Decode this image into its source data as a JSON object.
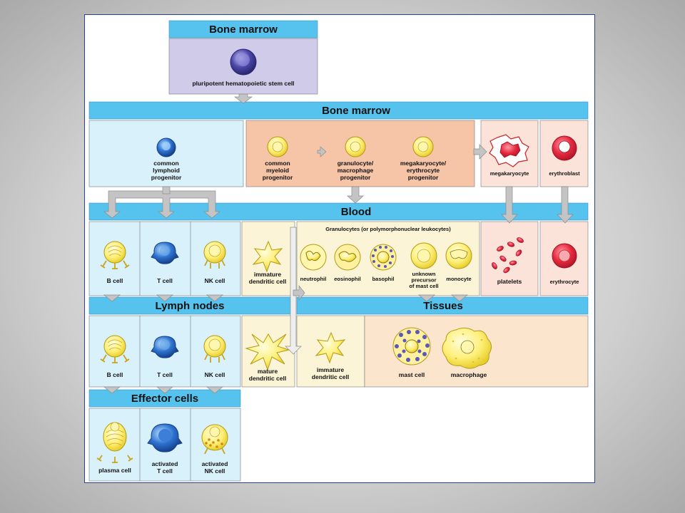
{
  "headers": {
    "bone_marrow_top": "Bone marrow",
    "bone_marrow": "Bone marrow",
    "blood": "Blood",
    "lymph_nodes": "Lymph nodes",
    "tissues": "Tissues",
    "effector_cells": "Effector cells"
  },
  "granulocytes_caption": "Granulocytes (or polymorphonuclear leukocytes)",
  "cells": {
    "stem_cell": [
      "pluripotent hematopoietic stem cell"
    ],
    "clp": [
      "common",
      "lymphoid",
      "progenitor"
    ],
    "cmp": [
      "common",
      "myeloid",
      "progenitor"
    ],
    "gmp": [
      "granulocyte/",
      "macrophage",
      "progenitor"
    ],
    "mep": [
      "megakaryocyte/",
      "erythrocyte",
      "progenitor"
    ],
    "megakaryocyte": [
      "megakaryocyte"
    ],
    "erythroblast": [
      "erythroblast"
    ],
    "b_cell_blood": [
      "B cell"
    ],
    "t_cell_blood": [
      "T cell"
    ],
    "nk_cell_blood": [
      "NK cell"
    ],
    "immature_dc_blood": [
      "immature",
      "dendritic cell"
    ],
    "neutrophil": [
      "neutrophil"
    ],
    "eosinophil": [
      "eosinophil"
    ],
    "basophil": [
      "basophil"
    ],
    "mast_precursor": [
      "unknown",
      "precursor",
      "of mast cell"
    ],
    "monocyte": [
      "monocyte"
    ],
    "platelets": [
      "platelets"
    ],
    "erythrocyte": [
      "erythrocyte"
    ],
    "b_cell_lymph": [
      "B cell"
    ],
    "t_cell_lymph": [
      "T cell"
    ],
    "nk_cell_lymph": [
      "NK cell"
    ],
    "mature_dc": [
      "mature",
      "dendritic cell"
    ],
    "immature_dc_tissue": [
      "immature",
      "dendritic cell"
    ],
    "mast_cell": [
      "mast cell"
    ],
    "macrophage": [
      "macrophage"
    ],
    "plasma_cell": [
      "plasma cell"
    ],
    "activated_t": [
      "activated",
      "T cell"
    ],
    "activated_nk": [
      "activated",
      "NK cell"
    ]
  },
  "colors": {
    "header_blue": "#55c3ee",
    "box_lavender": "#cfcbe9",
    "box_lightblue": "#d9f1fb",
    "box_salmon": "#f6c4a7",
    "box_pink": "#fbe3da",
    "box_tan": "#fbe6cd",
    "box_cream": "#fbf4d6",
    "arrow": "#bfbfbf",
    "cell_yellow": "#fff07a",
    "cell_blue": "#2d73d0",
    "cell_red": "#e5283e",
    "cell_purple": "#4b48a8"
  }
}
